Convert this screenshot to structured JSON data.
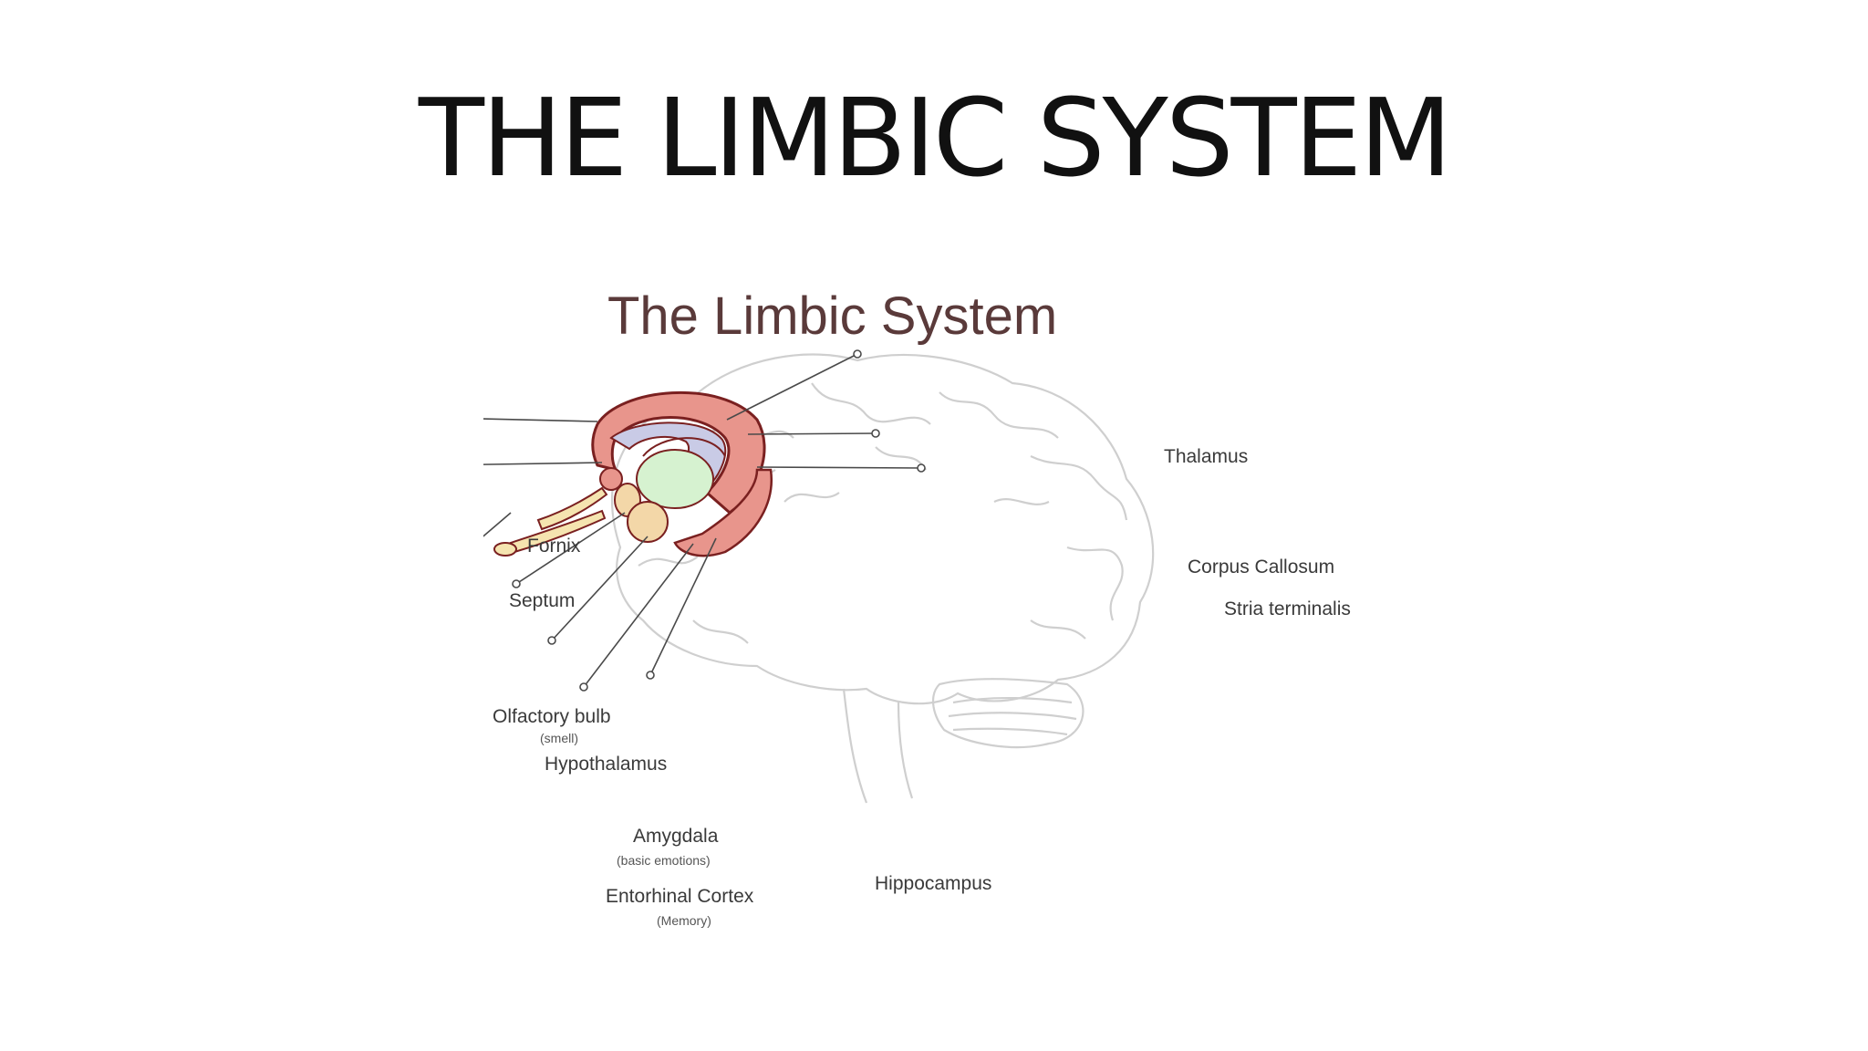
{
  "slide": {
    "title": "THE LIMBIC SYSTEM"
  },
  "figure": {
    "title": "The Limbic System",
    "labels": {
      "thalamus": "Thalamus",
      "fornix": "Fornix",
      "corpus_callosum": "Corpus Callosum",
      "septum": "Septum",
      "stria_terminalis": "Stria terminalis",
      "olfactory_bulb": "Olfactory bulb",
      "olfactory_bulb_note": "(smell)",
      "hypothalamus": "Hypothalamus",
      "amygdala": "Amygdala",
      "amygdala_note": "(basic emotions)",
      "hippocampus": "Hippocampus",
      "entorhinal_cortex": "Entorhinal Cortex",
      "entorhinal_cortex_note": "(Memory)"
    },
    "colors": {
      "cingulate": "#e8958c",
      "cingulate_outline": "#7a2020",
      "fornix_fill": "#c9cbe6",
      "thalamus_fill": "#d6f2d0",
      "olfactory_fill": "#f5e4b0",
      "amygdala_fill": "#f3d7a8",
      "hippocampus_fill": "#e8958c",
      "brain_outline": "#cfcfcf"
    }
  }
}
